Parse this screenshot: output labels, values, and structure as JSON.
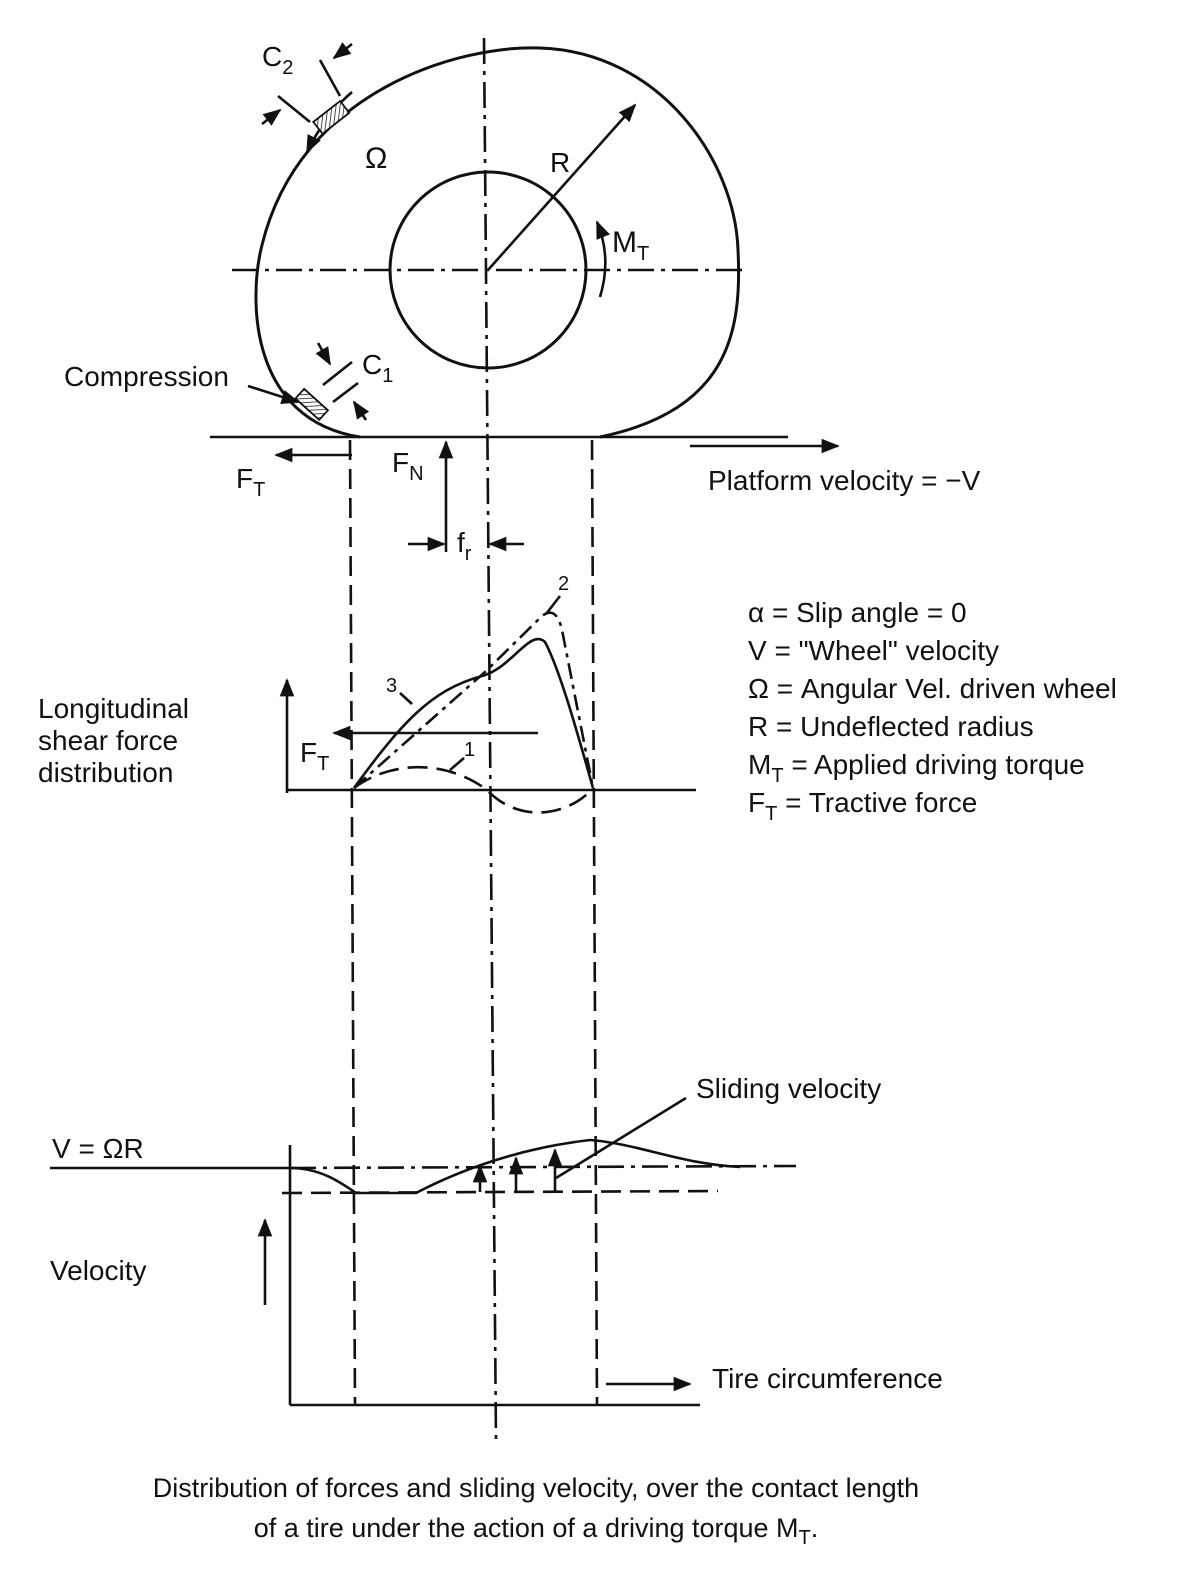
{
  "labels": {
    "c2": "C",
    "c2_sub": "2",
    "c1": "C",
    "c1_sub": "1",
    "omega": "Ω",
    "r": "R",
    "mt": "M",
    "mt_sub": "T",
    "compression": "Compression",
    "ft": "F",
    "ft_sub": "T",
    "fn": "F",
    "fn_sub": "N",
    "fr": "f",
    "fr_sub": "r",
    "platform_velocity": "Platform velocity = −V",
    "curve_1": "1",
    "curve_2": "2",
    "curve_3": "3",
    "shear_line1": "Longitudinal",
    "shear_line2": "shear force",
    "shear_line3": "distribution",
    "ft_shear": "F",
    "ft_shear_sub": "T",
    "sliding_velocity": "Sliding velocity",
    "v_eq_omega_r": "V = ΩR",
    "velocity": "Velocity",
    "tire_circumference": "Tire circumference"
  },
  "legend": [
    {
      "sym": "α",
      "sub": "",
      "text": " = Slip angle = 0"
    },
    {
      "sym": "V",
      "sub": "",
      "text": " = \"Wheel\" velocity"
    },
    {
      "sym": "Ω",
      "sub": "",
      "text": " = Angular Vel. driven wheel"
    },
    {
      "sym": "R",
      "sub": "",
      "text": " = Undeflected radius"
    },
    {
      "sym": "M",
      "sub": "T",
      "text": " = Applied driving torque"
    },
    {
      "sym": "F",
      "sub": "T",
      "text": " = Tractive force"
    }
  ],
  "caption": {
    "line1": "Distribution of forces and sliding velocity, over the contact length",
    "line2": "of a tire under the action of a driving torque M",
    "line2_sub": "T",
    "line2_end": "."
  }
}
